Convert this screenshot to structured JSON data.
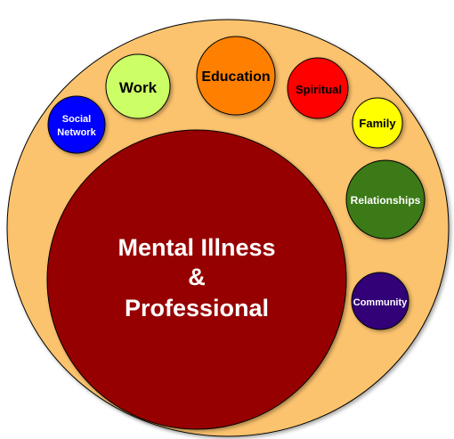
{
  "outer_circle": {
    "color": "#FCC36E"
  },
  "center": {
    "lines": [
      "Mental Illness",
      "&",
      "Professional"
    ],
    "color": "#960000",
    "text_color": "#FFFFFF"
  },
  "satellites": [
    {
      "id": "social-network",
      "lines": [
        "Social",
        "Network"
      ],
      "color": "#0000FF",
      "text_color": "#FFFFFF"
    },
    {
      "id": "work",
      "lines": [
        "Work"
      ],
      "color": "#CCFF66",
      "text_color": "#000000"
    },
    {
      "id": "education",
      "lines": [
        "Education"
      ],
      "color": "#FF8000",
      "text_color": "#000000"
    },
    {
      "id": "spiritual",
      "lines": [
        "Spiritual"
      ],
      "color": "#FF0000",
      "text_color": "#000000"
    },
    {
      "id": "family",
      "lines": [
        "Family"
      ],
      "color": "#FFFF00",
      "text_color": "#000000"
    },
    {
      "id": "relationships",
      "lines": [
        "Relationships"
      ],
      "color": "#3B7A12",
      "text_color": "#FFFFFF"
    },
    {
      "id": "community",
      "lines": [
        "Community"
      ],
      "color": "#330077",
      "text_color": "#FFFFFF"
    }
  ]
}
